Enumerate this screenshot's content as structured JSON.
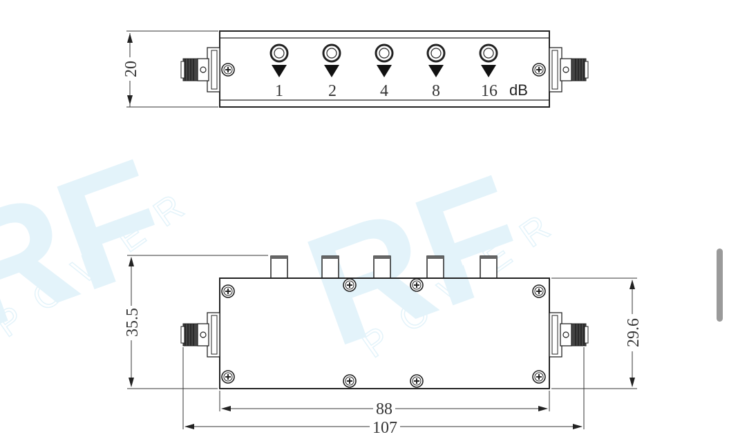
{
  "watermark": {
    "logo": "RF",
    "sub": "POWER"
  },
  "top_view": {
    "attenuation_labels": [
      "1",
      "2",
      "4",
      "8",
      "16"
    ],
    "unit": "dB",
    "height_dim": "20"
  },
  "front_view": {
    "total_height_dim": "35.5",
    "body_height_dim": "29.6",
    "body_length_dim": "88",
    "total_length_dim": "107"
  }
}
